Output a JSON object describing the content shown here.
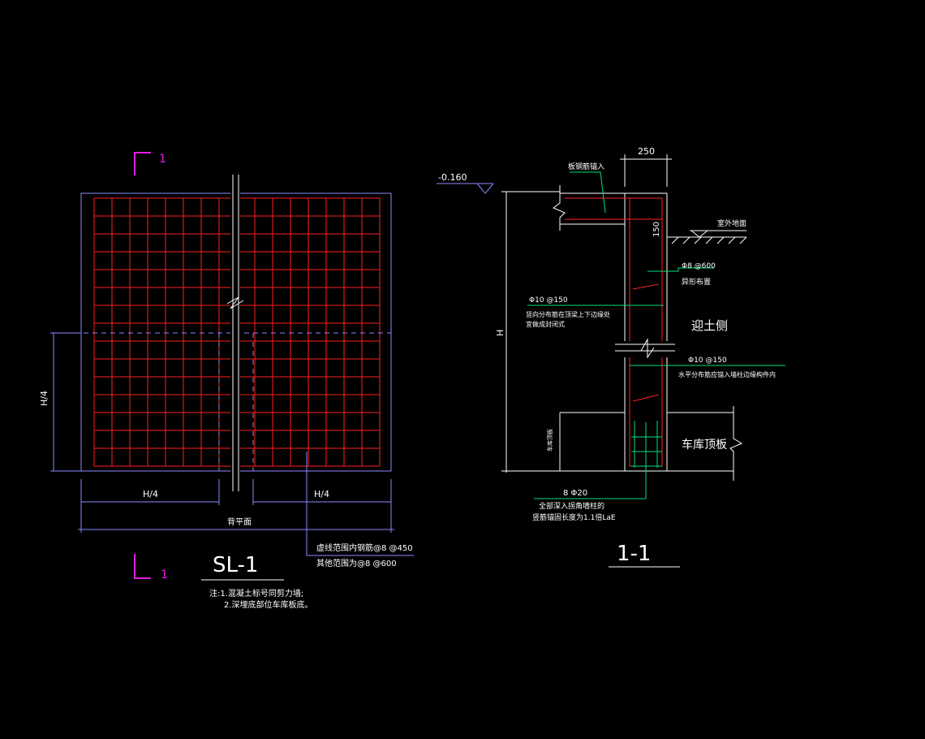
{
  "colors": {
    "background": "#000000",
    "outline": "#8a8aff",
    "rebar": "#ff2020",
    "leader": "#00e07a",
    "section_marker": "#e020e0",
    "text": "#ffffff"
  },
  "plan": {
    "section_marker_top": "1",
    "section_marker_bottom": "1",
    "dim_h4_vertical": "H/4",
    "dim_h4_left": "H/4",
    "dim_h4_right": "H/4",
    "dim_total": "背平面",
    "note_line1": "虚线范围内钢筋@8 @450",
    "note_line2": "其他范围为@8 @600",
    "title": "SL-1",
    "remark_line1": "注:1.混凝土标号同剪力墙;",
    "remark_line2": "2.深埋底部位车库板底。"
  },
  "section": {
    "elevation": "-0.160",
    "top_dim": "250",
    "dim_150": "150",
    "label_slab": "板钢筋锚入",
    "label_ground": "室外地面",
    "label_phi8_600": "Φ8 @600",
    "label_phi8_600_sub": "异形布置",
    "label_phi10_150_left": "Φ10 @150",
    "label_phi10_150_left_sub1": "竖向分布筋在顶梁上下边缘处",
    "label_phi10_150_left_sub2": "宜做成封闭式",
    "label_soil_side": "迎土侧",
    "label_phi10_150_right": "Φ10 @150",
    "label_phi10_150_right_sub": "水平分布筋应锚入墙柱边缘构件内",
    "label_h": "H",
    "label_garage_slab": "车库顶板",
    "label_vertical_left": "车库顶板",
    "label_bottom_rebar": "8 Φ20",
    "label_bottom_sub1": "全部深入拐角墙柱的",
    "label_bottom_sub2": "竖筋锚固长度为1.1倍LaE",
    "title": "1-1"
  }
}
